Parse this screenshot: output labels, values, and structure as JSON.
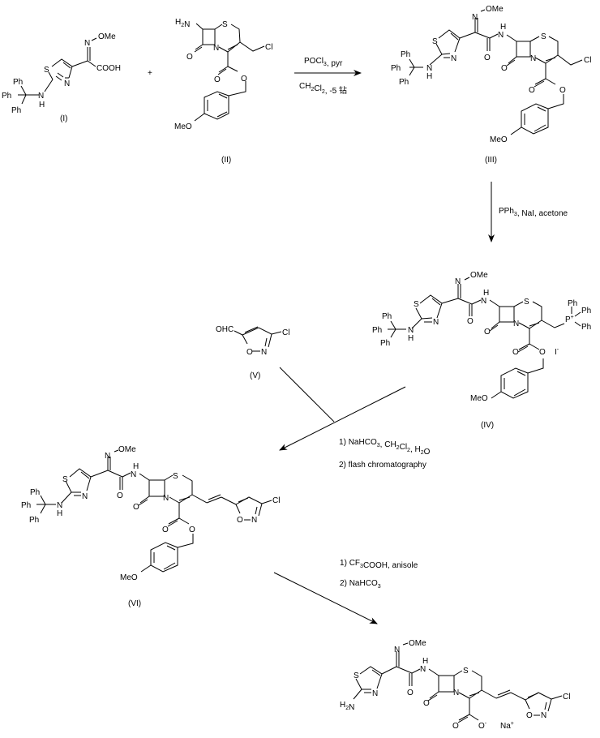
{
  "title": "Synthesis scheme of cephalosporin with (3-chloroisoxazol-5-yl)vinyl side chain",
  "compounds": {
    "I": {
      "label": "(I)",
      "atoms": {
        "ome": "OMe",
        "n_oxime": "N",
        "cooh": "COOH",
        "s": "S",
        "n_ring": "N",
        "nh_n": "N",
        "nh_h": "H",
        "ph1": "Ph",
        "ph2": "Ph",
        "ph3": "Ph"
      }
    },
    "II": {
      "label": "(II)",
      "atoms": {
        "h2n": "H2N",
        "s": "S",
        "n": "N",
        "o_lactam": "O",
        "cl": "Cl",
        "o_carbonyl": "O",
        "o_ester": "O",
        "meo": "MeO"
      }
    },
    "III": {
      "label": "(III)",
      "atoms": {
        "ome": "OMe",
        "n_oxime": "N",
        "nh_h": "H",
        "nh_n": "N",
        "s_thz": "S",
        "n_thz": "N",
        "o_amide": "O",
        "s": "S",
        "n": "N",
        "o_lactam": "O",
        "cl": "Cl",
        "o_carbonyl": "O",
        "o_ester": "O",
        "meo": "MeO",
        "trt_n": "N",
        "trt_h": "H",
        "ph1": "Ph",
        "ph2": "Ph",
        "ph3": "Ph"
      }
    },
    "IV": {
      "label": "(IV)",
      "atoms": {
        "ome": "OMe",
        "n_oxime": "N",
        "nh_h": "H",
        "nh_n": "N",
        "s_thz": "S",
        "n_thz": "N",
        "o_amide": "O",
        "s": "S",
        "n": "N",
        "o_lactam": "O",
        "p": "P+",
        "pph1": "Ph",
        "pph2": "Ph",
        "pph3": "Ph",
        "o_carbonyl": "O",
        "o_ester": "O",
        "iodide": "I-",
        "meo": "MeO",
        "trt_n": "N",
        "trt_h": "H",
        "ph1": "Ph",
        "ph2": "Ph",
        "ph3": "Ph"
      }
    },
    "V": {
      "label": "(V)",
      "atoms": {
        "ohc": "OHC",
        "o": "O",
        "n": "N",
        "cl": "Cl"
      }
    },
    "VI": {
      "label": "(VI)",
      "atoms": {
        "ome": "OMe",
        "n_oxime": "N",
        "nh_h": "H",
        "nh_n": "N",
        "s_thz": "S",
        "n_thz": "N",
        "o_amide": "O",
        "s": "S",
        "n": "N",
        "o_lactam": "O",
        "o_iso": "O",
        "n_iso": "N",
        "cl": "Cl",
        "o_carbonyl": "O",
        "o_ester": "O",
        "meo": "MeO",
        "trt_n": "N",
        "trt_h": "H",
        "ph1": "Ph",
        "ph2": "Ph",
        "ph3": "Ph"
      }
    },
    "product": {
      "label": "",
      "atoms": {
        "ome": "OMe",
        "n_oxime": "N",
        "nh_h": "H",
        "nh_n": "N",
        "s_thz": "S",
        "n_thz": "N",
        "h2n": "H2N",
        "o_amide": "O",
        "s": "S",
        "n": "N",
        "o_lactam": "O",
        "o_iso": "O",
        "n_iso": "N",
        "cl": "Cl",
        "o_carbonyl": "O",
        "o_minus": "O-",
        "na": "Na+"
      }
    }
  },
  "plus_sign": "+",
  "reactions": {
    "step1": {
      "above": "POCl3, pyr",
      "below": "CH2Cl2, -5 钻"
    },
    "step2": {
      "side": "PPh3, NaI, acetone"
    },
    "step3": {
      "line1": "1) NaHCO3, CH2Cl2, H2O",
      "line2": "2) flash chromatography"
    },
    "step4": {
      "line1": "1) CF3COOH, anisole",
      "line2": "2) NaHCO3"
    }
  }
}
